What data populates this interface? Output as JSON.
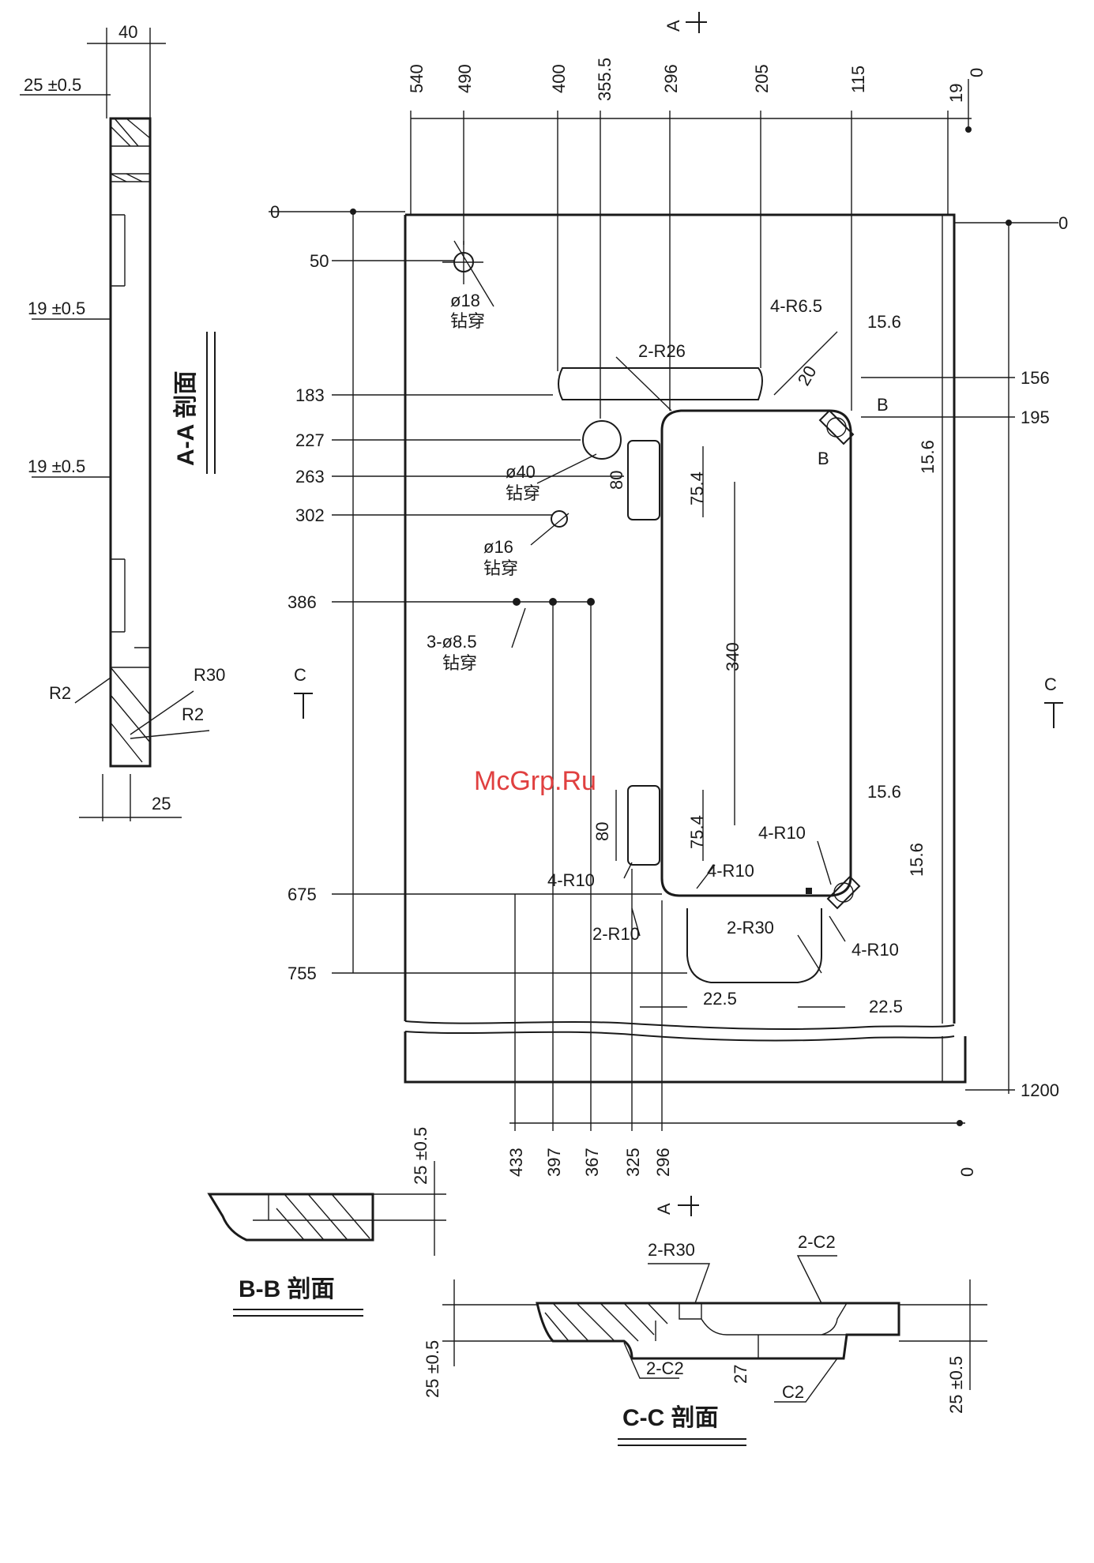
{
  "watermark": "McGrp.Ru",
  "top_dims": [
    "540",
    "490",
    "400",
    "355.5",
    "296",
    "205",
    "115",
    "19",
    "0"
  ],
  "left_dims": [
    "0",
    "50",
    "183",
    "227",
    "263",
    "302",
    "386",
    "675",
    "755"
  ],
  "right_dims": [
    "0",
    "156",
    "195",
    "1200"
  ],
  "bottom_dims": [
    "433",
    "397",
    "367",
    "325",
    "296",
    "0"
  ],
  "section_marks": {
    "a_top": "A",
    "a_bottom": "A",
    "c_left": "C",
    "c_right": "C"
  },
  "aa": {
    "title": "A-A 剖面",
    "dims": [
      "40",
      "25 ±0.5",
      "19 ±0.5",
      "19 ±0.5",
      "25"
    ],
    "radii": [
      "R2",
      "R30",
      "R2"
    ]
  },
  "plan_annotations": {
    "hole18": "ø18",
    "hole18_note": "钻穿",
    "hole40": "ø40",
    "hole40_note": "钻穿",
    "hole16": "ø16",
    "hole16_note": "钻穿",
    "holes8": "3-ø8.5",
    "holes8_note": "钻穿",
    "r26": "2-R26",
    "r65": "4-R6.5",
    "w156_top": "15.6",
    "w156_side_top": "15.6",
    "w156_bottom": "15.6",
    "w156_side_bottom": "15.6",
    "d20": "20",
    "b_mark": "B",
    "d80_top": "80",
    "d754_top": "75.4",
    "d340": "340",
    "d80_bottom": "80",
    "d754_bottom": "75.4",
    "r10_a": "4-R10",
    "r10_b": "4-R10",
    "r10_c": "2-R10",
    "r10_d": "4-R10",
    "r30": "2-R30",
    "d225_a": "22.5",
    "d225_b": "22.5"
  },
  "bb": {
    "title": "B-B 剖面",
    "dim": "25 ±0.5"
  },
  "cc": {
    "title": "C-C 剖面",
    "labels": [
      "2-R30",
      "2-C2",
      "2-C2",
      "27",
      "C2"
    ],
    "dims": [
      "25 ±0.5",
      "25 ±0.5"
    ]
  }
}
